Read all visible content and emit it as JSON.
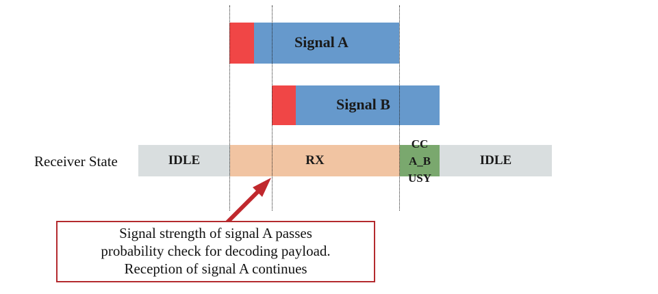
{
  "signals": {
    "a": {
      "label": "Signal A"
    },
    "b": {
      "label": "Signal B"
    }
  },
  "receiver": {
    "title": "Receiver State",
    "states": {
      "idle_left": "IDLE",
      "rx": "RX",
      "cca_busy_lines": [
        "CC",
        "A_B",
        "USY"
      ],
      "idle_right": "IDLE"
    }
  },
  "annotation": {
    "lines": [
      "Signal strength of signal A passes",
      "probability check for decoding payload.",
      "Reception of signal A continues"
    ]
  },
  "colors": {
    "signal": "#6699cc",
    "preamble": "#f04646",
    "idle": "#d9dedf",
    "rx": "#f1c4a2",
    "cca_busy": "#7aa86e",
    "annotation_border": "#b3292d",
    "arrow": "#c0282d"
  }
}
